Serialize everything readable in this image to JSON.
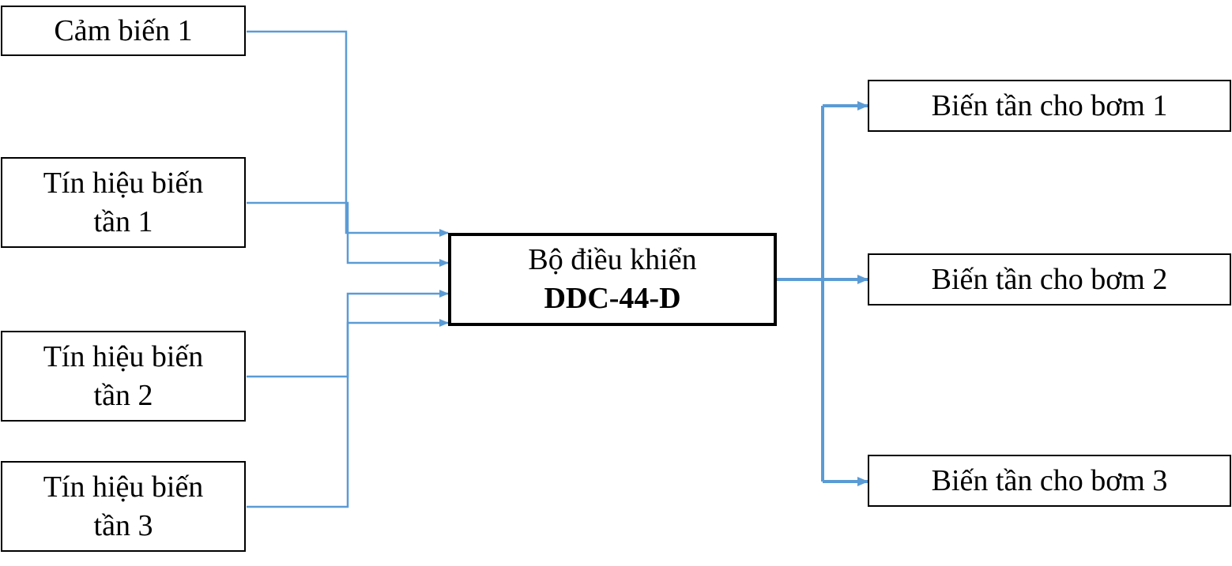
{
  "inputs": [
    {
      "label_lines": [
        "Cảm biến 1"
      ]
    },
    {
      "label_lines": [
        "Tín hiệu biến",
        "tần 1"
      ]
    },
    {
      "label_lines": [
        "Tín hiệu biến",
        "tần 2"
      ]
    },
    {
      "label_lines": [
        "Tín hiệu biến",
        "tần 3"
      ]
    }
  ],
  "controller": {
    "name": "Bộ điều khiển",
    "model": "DDC-44-D"
  },
  "outputs": [
    {
      "label": "Biến tần cho bơm 1"
    },
    {
      "label": "Biến tần cho bơm 2"
    },
    {
      "label": "Biến tần cho bơm 3"
    }
  ],
  "colors": {
    "connector": "#5B9BD5",
    "border": "#000000",
    "background": "#FFFFFF"
  }
}
